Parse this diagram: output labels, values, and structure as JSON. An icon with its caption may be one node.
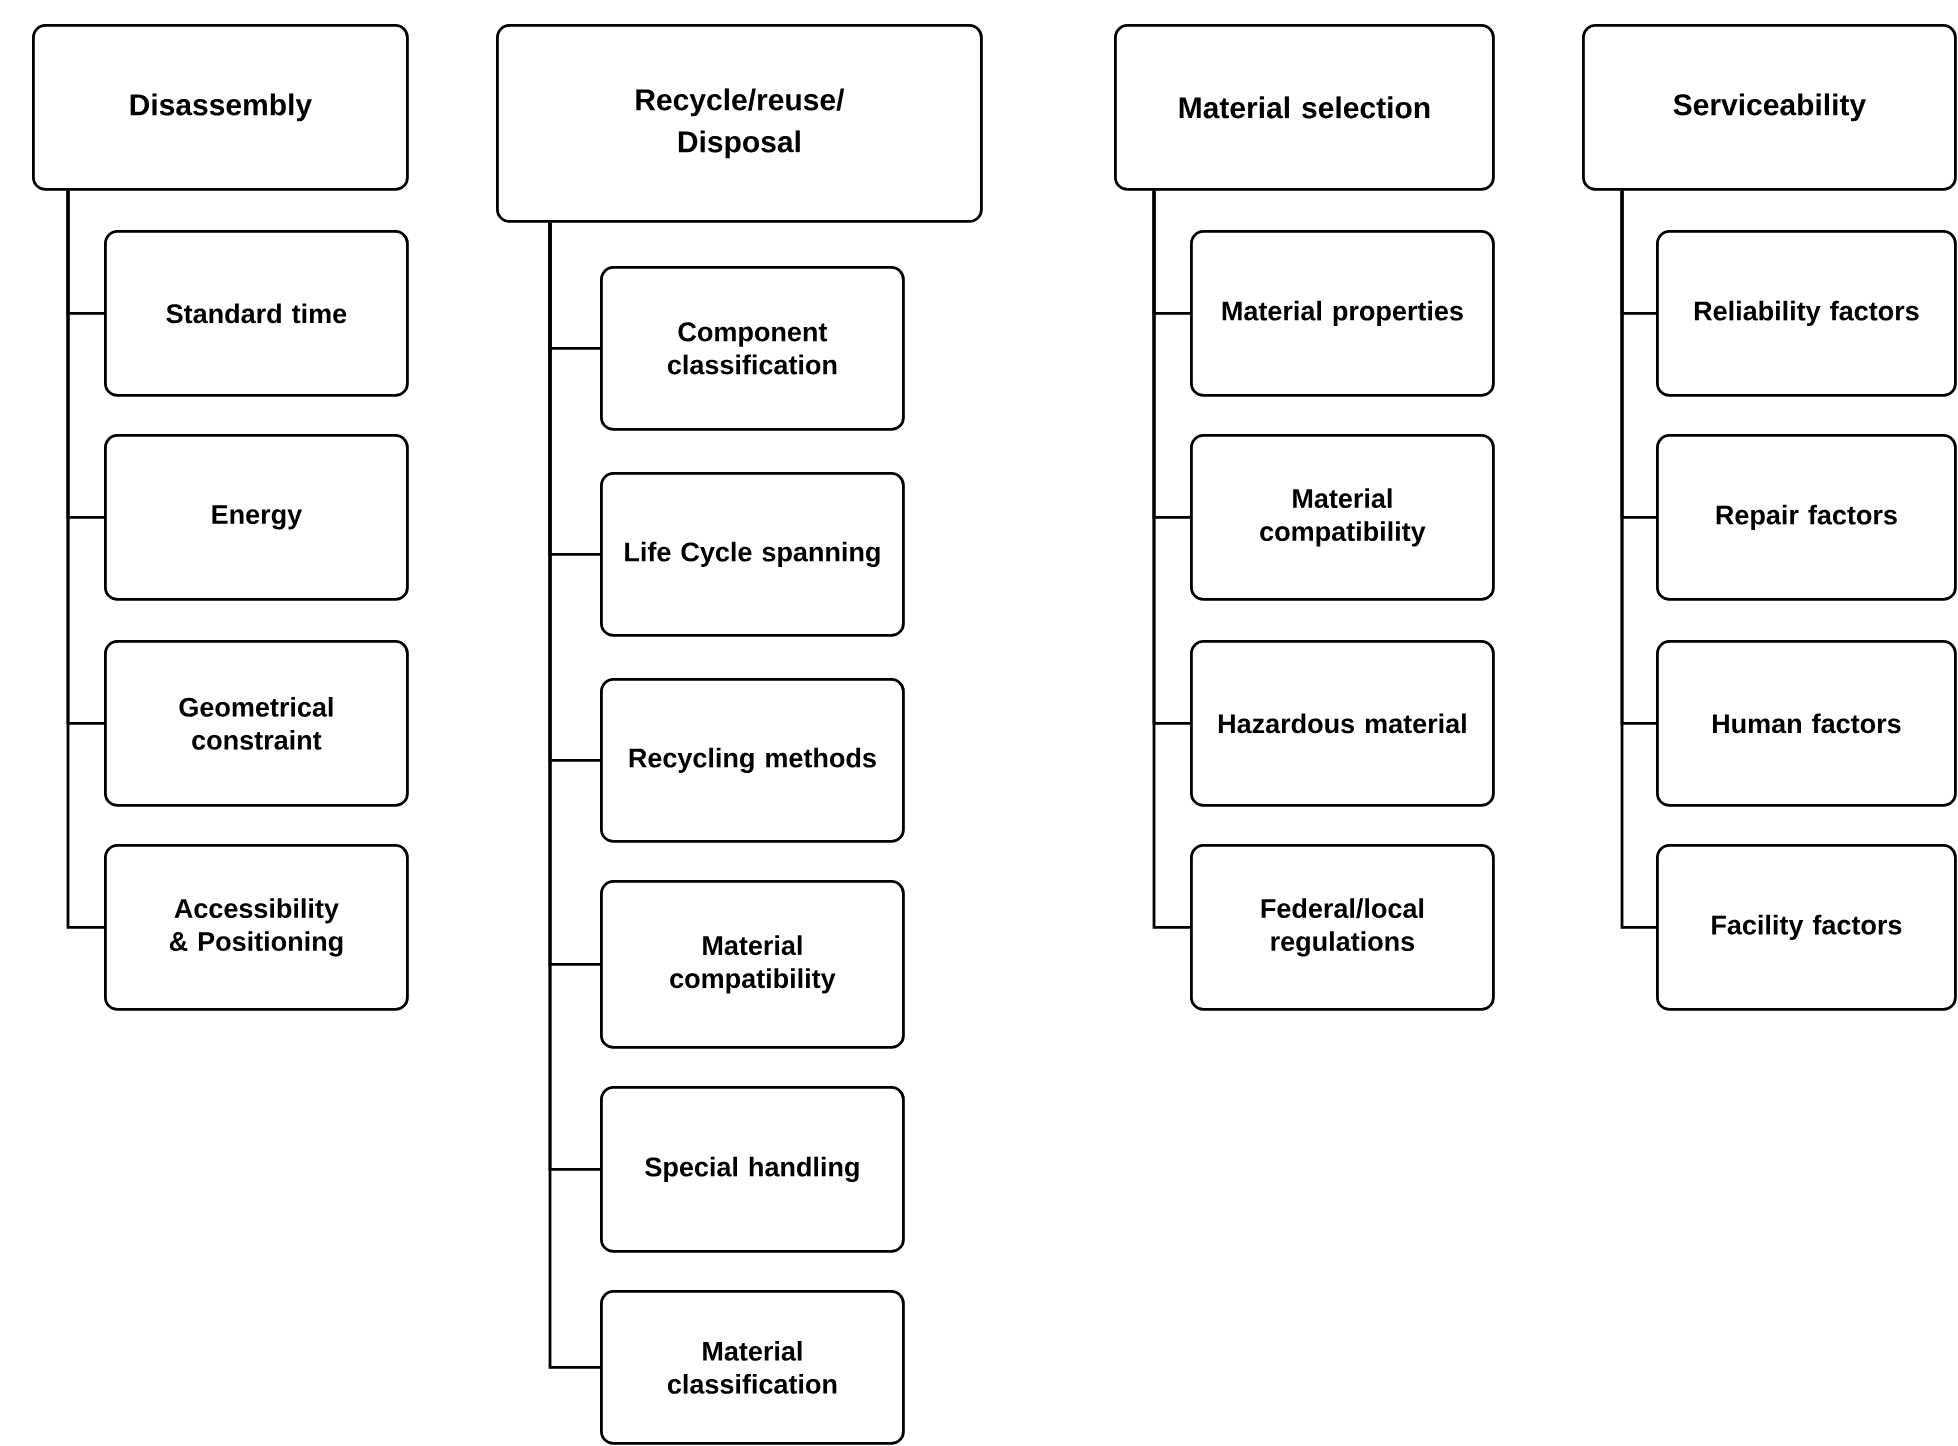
{
  "diagram": {
    "nodes": [
      {
        "text": [
          "Disassembly"
        ]
      },
      {
        "text": [
          "Standard time"
        ]
      },
      {
        "text": [
          "Energy"
        ]
      },
      {
        "text": [
          "Geometrical constraint"
        ]
      },
      {
        "text": [
          "Accessibility & Positioning"
        ]
      },
      {
        "text": [
          "Recycle/reuse/ Disposal"
        ]
      },
      {
        "text": [
          "Component classification"
        ]
      },
      {
        "text": [
          "Life Cycle spanning"
        ]
      },
      {
        "text": [
          "Recycling methods"
        ]
      },
      {
        "text": [
          "Material compatibility"
        ]
      },
      {
        "text": [
          "Special handling"
        ]
      },
      {
        "text": [
          "Material classification"
        ]
      },
      {
        "text": [
          "Material selection"
        ]
      },
      {
        "text": [
          "Material properties"
        ]
      },
      {
        "text": [
          "Material compatibility"
        ]
      },
      {
        "text": [
          "Hazardous material"
        ]
      },
      {
        "text": [
          "Federal/local regulations"
        ]
      },
      {
        "text": [
          "Serviceability"
        ]
      },
      {
        "text": [
          "Reliability factors"
        ]
      },
      {
        "text": [
          "Repair factors"
        ]
      },
      {
        "text": [
          "Human factors"
        ]
      },
      {
        "text": [
          "Facility factors"
        ]
      }
    ],
    "edges": [
      {
        "from": 0,
        "to": 1,
        "arrow": "none"
      },
      {
        "from": 0,
        "to": 2,
        "arrow": "none"
      },
      {
        "from": 0,
        "to": 3,
        "arrow": "none"
      },
      {
        "from": 0,
        "to": 4,
        "arrow": "none"
      },
      {
        "from": 5,
        "to": 6,
        "arrow": "none"
      },
      {
        "from": 5,
        "to": 7,
        "arrow": "none"
      },
      {
        "from": 5,
        "to": 8,
        "arrow": "none"
      },
      {
        "from": 5,
        "to": 9,
        "arrow": "none"
      },
      {
        "from": 5,
        "to": 10,
        "arrow": "none"
      },
      {
        "from": 5,
        "to": 11,
        "arrow": "none"
      },
      {
        "from": 12,
        "to": 13,
        "arrow": "none"
      },
      {
        "from": 12,
        "to": 14,
        "arrow": "none"
      },
      {
        "from": 12,
        "to": 15,
        "arrow": "none"
      },
      {
        "from": 12,
        "to": 16,
        "arrow": "none"
      },
      {
        "from": 17,
        "to": 18,
        "arrow": "none"
      },
      {
        "from": 17,
        "to": 19,
        "arrow": "none"
      },
      {
        "from": 17,
        "to": 20,
        "arrow": "none"
      },
      {
        "from": 17,
        "to": 21,
        "arrow": "none"
      }
    ]
  }
}
